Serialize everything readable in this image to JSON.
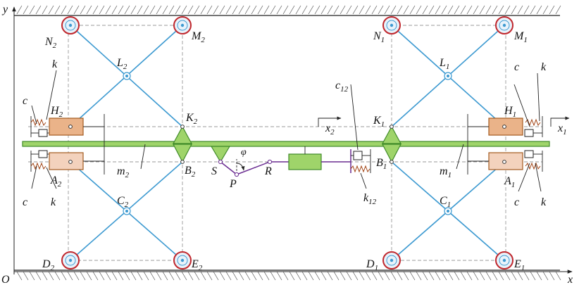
{
  "axes": {
    "x": "x",
    "y": "y",
    "origin": "O"
  },
  "left_unit": {
    "top_rollers": {
      "left": "N",
      "right": "M",
      "sub": "2"
    },
    "upper_hinge": {
      "name": "L",
      "sub": "2"
    },
    "upper_mass": {
      "name": "H",
      "sub": "2"
    },
    "upper_joint": {
      "name": "K",
      "sub": "2"
    },
    "lower_mass": {
      "name": "A",
      "sub": "2"
    },
    "lower_joint": {
      "name": "B",
      "sub": "2"
    },
    "lower_hinge": {
      "name": "C",
      "sub": "2"
    },
    "bottom_rollers": {
      "left": "D",
      "right": "E",
      "sub": "2"
    },
    "mass_label": {
      "name": "m",
      "sub": "2"
    },
    "coord_label": {
      "name": "x",
      "sub": "2"
    },
    "spring_label": "k",
    "damper_label": "c"
  },
  "right_unit": {
    "top_rollers": {
      "left": "N",
      "right": "M",
      "sub": "1"
    },
    "upper_hinge": {
      "name": "L",
      "sub": "1"
    },
    "upper_mass": {
      "name": "H",
      "sub": "1"
    },
    "upper_joint": {
      "name": "K",
      "sub": "1"
    },
    "lower_mass": {
      "name": "A",
      "sub": "1"
    },
    "lower_joint": {
      "name": "B",
      "sub": "1"
    },
    "lower_hinge": {
      "name": "C",
      "sub": "1"
    },
    "bottom_rollers": {
      "left": "D",
      "right": "E",
      "sub": "1"
    },
    "mass_label": {
      "name": "m",
      "sub": "1"
    },
    "coord_label": {
      "name": "x",
      "sub": "1"
    },
    "spring_label": "k",
    "damper_label": "c"
  },
  "pendulum": {
    "pivot": "S",
    "bob": "P",
    "joint": "R",
    "angle": "φ"
  },
  "coupling": {
    "damper": {
      "name": "c",
      "sub": "12"
    },
    "spring": {
      "name": "k",
      "sub": "12"
    }
  }
}
